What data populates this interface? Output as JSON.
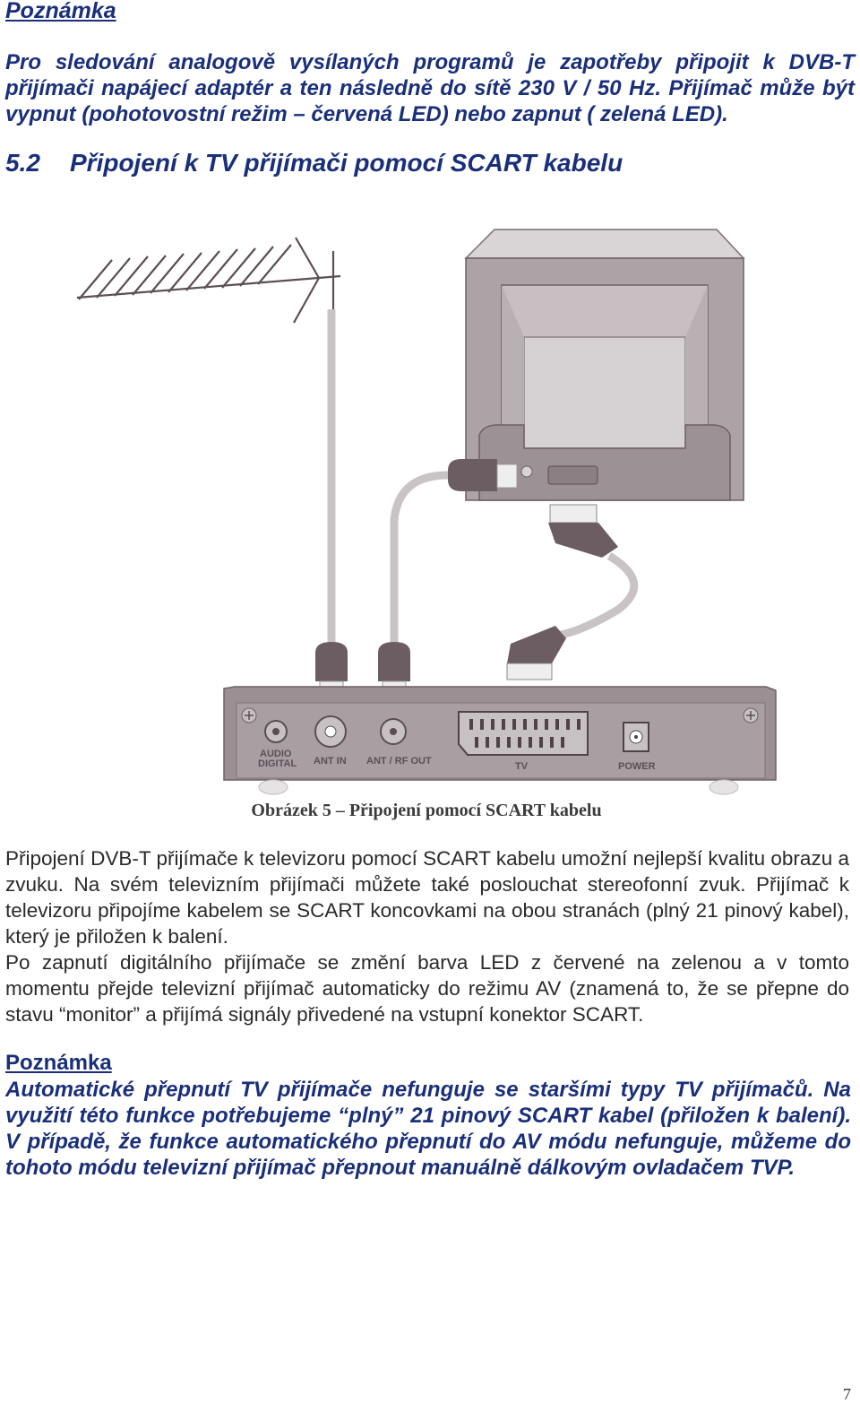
{
  "note1": {
    "heading": "Poznámka",
    "text": "Pro sledování analogově vysílaných programů je zapotřeby připojit k DVB-T přijímači napájecí adaptér a ten následně do sítě 230 V / 50 Hz. Přijímač může být vypnut (pohotovostní režim – červená LED) nebo zapnut ( zelená LED)."
  },
  "section": {
    "number": "5.2",
    "title": "Připojení k TV přijímači pomocí SCART kabelu"
  },
  "figure": {
    "caption": "Obrázek 5 – Připojení pomocí SCART kabelu",
    "labels": {
      "audio": "AUDIO",
      "digital": "DIGITAL",
      "ant_in": "ANT IN",
      "ant_rf_out": "ANT / RF  OUT",
      "tv": "TV",
      "power": "POWER"
    },
    "colors": {
      "device": "#a89ea2",
      "device_dark": "#6a5a5f",
      "cable": "#c9c3c5",
      "plug": "#6b5d62"
    }
  },
  "body": {
    "paragraph1": "Připojení DVB-T přijímače k televizoru pomocí SCART kabelu umožní nejlepší kvalitu obrazu a zvuku. Na svém televizním přijímači můžete také poslouchat stereofonní zvuk. Přijímač k televizoru připojíme kabelem se SCART koncovkami na obou stranách (plný 21 pinový kabel), který je přiložen k balení.",
    "paragraph2": "Po zapnutí digitálního přijímače se změní barva LED z červené na zelenou a v tomto momentu přejde televizní přijímač automaticky do režimu AV (znamená to, že se přepne do stavu “monitor” a přijímá signály přivedené na vstupní konektor SCART."
  },
  "note2": {
    "heading": "Poznámka",
    "text": "Automatické přepnutí TV přijímače nefunguje se staršími typy TV přijímačů. Na využití této funkce potřebujeme “plný” 21 pinový SCART kabel (přiložen k balení). V případě, že funkce automatického přepnutí do AV módu nefunguje, můžeme do tohoto módu televizní přijímač přepnout manuálně dálkovým ovladačem TVP."
  },
  "page_number": "7"
}
